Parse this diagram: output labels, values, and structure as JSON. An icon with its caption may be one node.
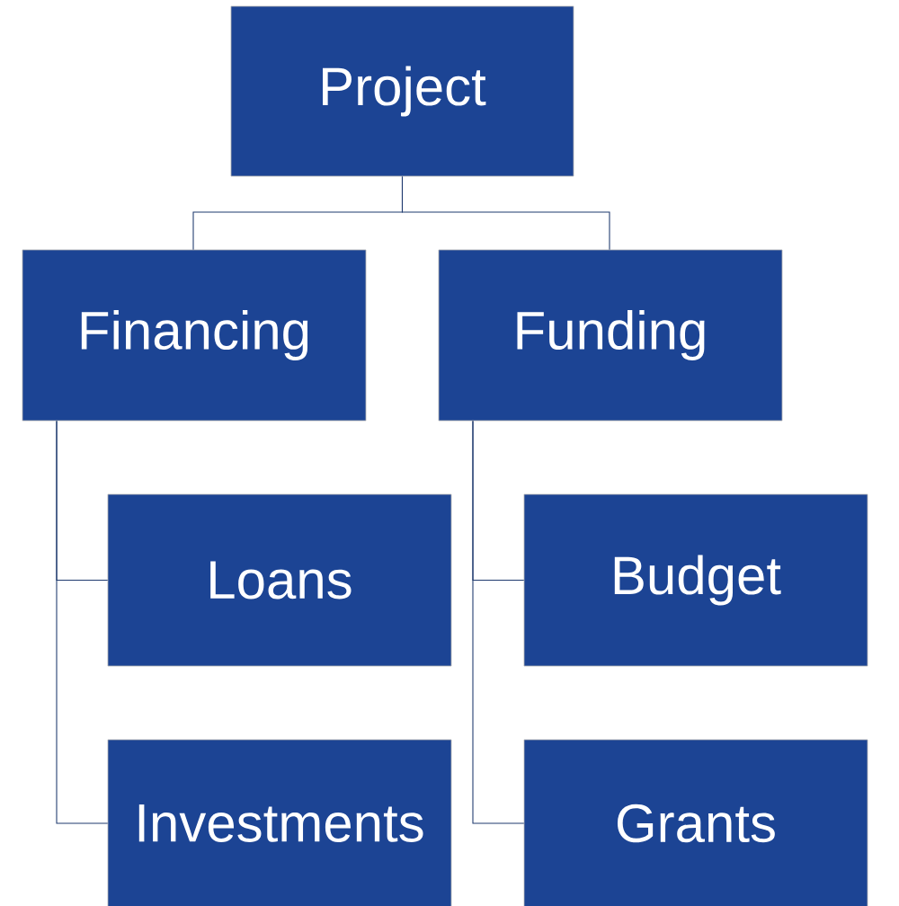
{
  "diagram": {
    "nodes": [
      {
        "text": [
          "Project"
        ]
      },
      {
        "text": [
          "Financing"
        ]
      },
      {
        "text": [
          "Funding"
        ]
      },
      {
        "text": [
          "Loans"
        ]
      },
      {
        "text": [
          "Budget"
        ]
      },
      {
        "text": [
          "Investments"
        ]
      },
      {
        "text": [
          "Grants"
        ]
      }
    ],
    "edges": [
      {
        "from": 0,
        "to": 1,
        "arrow": "none"
      },
      {
        "from": 0,
        "to": 2,
        "arrow": "none"
      },
      {
        "from": 1,
        "to": 3,
        "arrow": "none"
      },
      {
        "from": 1,
        "to": 5,
        "arrow": "none"
      },
      {
        "from": 2,
        "to": 4,
        "arrow": "none"
      },
      {
        "from": 2,
        "to": 6,
        "arrow": "none"
      }
    ]
  }
}
